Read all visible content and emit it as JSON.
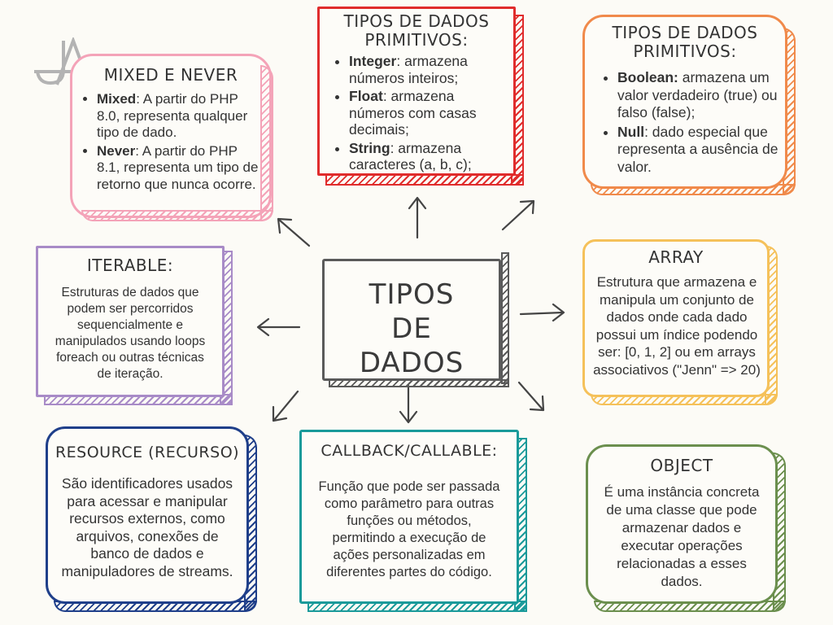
{
  "center": {
    "title_lines": [
      "TIPOS",
      "DE",
      "DADOS"
    ]
  },
  "colors": {
    "mixed": "#f4a3b8",
    "primitive1": "#e02c2c",
    "primitive2": "#f08a4b",
    "iterable": "#a88bc7",
    "array": "#f5c15a",
    "resource": "#1f3f8a",
    "callback": "#1a9a9a",
    "object": "#6b8f4e",
    "center": "#5a5a5a"
  },
  "logo": {
    "text": "JA",
    "icon": "ja-logo-icon"
  },
  "mixed": {
    "title": "MIXED E NEVER",
    "items": [
      {
        "term": "Mixed",
        "text": ": A partir do PHP 8.0, representa qualquer tipo de dado."
      },
      {
        "term": "Never",
        "text": ": A partir do PHP 8.1, representa um tipo de retorno que nunca ocorre."
      }
    ]
  },
  "primitive1": {
    "title_lines": [
      "TIPOS DE DADOS",
      "PRIMITIVOS:"
    ],
    "items": [
      {
        "term": "Integer",
        "text": ": armazena números inteiros;"
      },
      {
        "term": "Float",
        "text": ": armazena números com casas decimais;"
      },
      {
        "term": "String",
        "text": ": armazena caracteres (a, b, c);"
      }
    ]
  },
  "primitive2": {
    "title_lines": [
      "TIPOS DE DADOS",
      "PRIMITIVOS:"
    ],
    "items": [
      {
        "term": "Boolean:",
        "text": " armazena um valor verdadeiro (true) ou falso (false);"
      },
      {
        "term": "Null",
        "text": ": dado especial que representa a ausência de valor."
      }
    ]
  },
  "iterable": {
    "title": "ITERABLE:",
    "text": "Estruturas de dados que podem ser percorridos sequencialmente e manipulados usando loops foreach ou outras técnicas de iteração."
  },
  "array": {
    "title": "ARRAY",
    "text": "Estrutura que armazena e manipula um conjunto de dados onde cada dado possui um índice podendo ser: [0, 1, 2] ou em arrays associativos (\"Jenn\" => 20)"
  },
  "resource": {
    "title": "RESOURCE (RECURSO)",
    "text": "São identificadores usados para acessar e manipular recursos externos, como arquivos, conexões de banco de dados e manipuladores de streams."
  },
  "callback": {
    "title": "CALLBACK/CALLABLE:",
    "text": "Função que pode ser passada como parâmetro para outras funções ou métodos, permitindo a execução de ações personalizadas em diferentes partes do código."
  },
  "object": {
    "title": "OBJECT",
    "text": "É uma instância concreta de uma classe que pode armazenar dados e executar operações relacionadas a esses dados."
  }
}
